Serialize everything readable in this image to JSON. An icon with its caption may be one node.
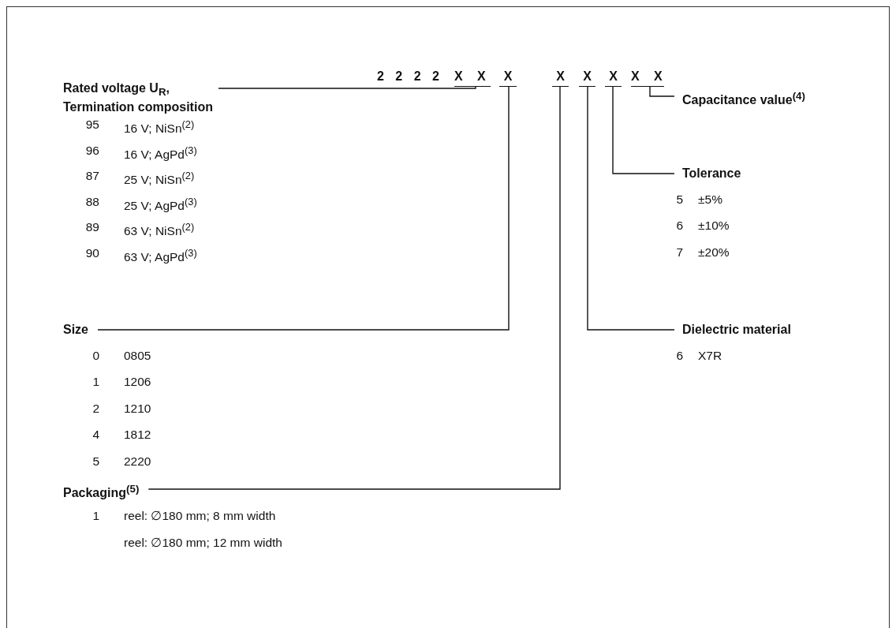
{
  "diagram": {
    "nodes": [
      {
        "text": [
          "2 2 2 2"
        ]
      },
      {
        "text": [
          "X X"
        ]
      },
      {
        "text": [
          "X"
        ]
      },
      {
        "text": [
          "X"
        ]
      },
      {
        "text": [
          "X"
        ]
      },
      {
        "text": [
          "X"
        ]
      },
      {
        "text": [
          "X X"
        ]
      },
      {
        "text": [
          "Rated voltage U$_{R}$, Termination composition"
        ]
      },
      {
        "text": [
          "Capacitance value$^{(4)}$"
        ]
      },
      {
        "text": [
          "Tolerance"
        ]
      },
      {
        "text": [
          "Size"
        ]
      },
      {
        "text": [
          "Dielectric material"
        ]
      },
      {
        "text": [
          "Packaging$^{(5)}$"
        ]
      }
    ],
    "edges": [
      {
        "from": 7,
        "to": 1,
        "arrow": "none"
      },
      {
        "from": 8,
        "to": 6,
        "arrow": "none"
      },
      {
        "from": 9,
        "to": 5,
        "arrow": "none"
      },
      {
        "from": 10,
        "to": 2,
        "arrow": "none"
      },
      {
        "from": 11,
        "to": 4,
        "arrow": "none"
      },
      {
        "from": 12,
        "to": 3,
        "arrow": "none"
      }
    ],
    "labels": [
      "95",
      "16 V; NiSn$^{(2)}$",
      "96",
      "16 V; AgPd$^{(3)}$",
      "87",
      "25 V; NiSn$^{(2)}$",
      "88",
      "25 V; AgPd$^{(3)}$",
      "89",
      "63 V; NiSn$^{(2)}$",
      "90",
      "63 V; AgPd$^{(3)}$",
      "5",
      "±5%",
      "6",
      "±10%",
      "7",
      "±20%",
      "0",
      "0805",
      "1",
      "1206",
      "2",
      "1210",
      "4",
      "1812",
      "5",
      "2220",
      "6",
      "X7R",
      "1",
      "reel: ∅180 mm; 8 mm width",
      "reel: ∅180 mm; 12 mm width"
    ]
  }
}
